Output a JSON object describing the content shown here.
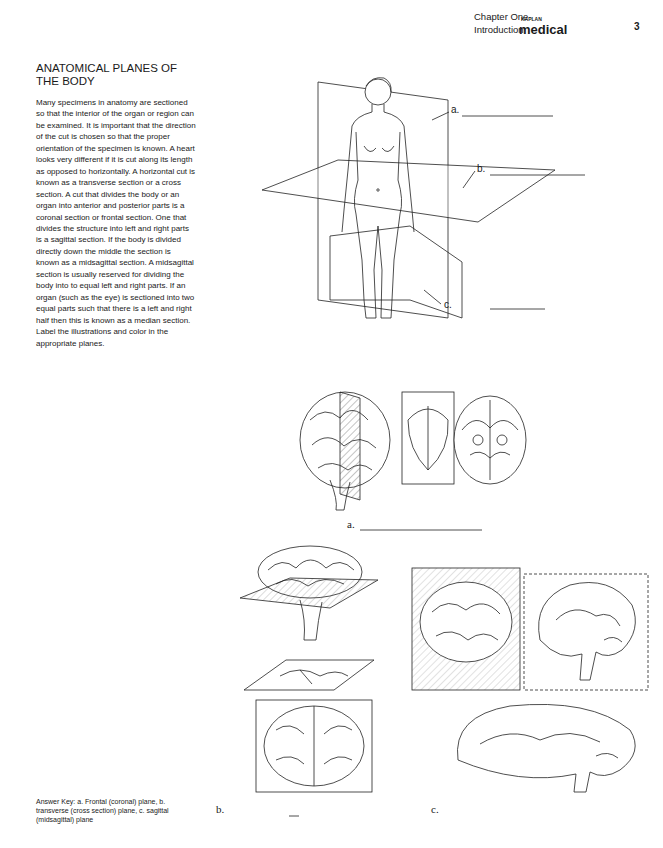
{
  "diagram": {
    "title": "ANATOMICAL PLANES OF THE BODY",
    "labels": [
      "Chapter One",
      "Introduction",
      "KAPLAN",
      "medical",
      "3",
      "Many specimens in anatomy are sectioned so that the interior of the organ or region can be examined. It is important that the direction of the cut is chosen so that the proper orientation of the specimen is known. A heart looks very different if it is cut along its length as opposed to horizontally. A horizontal cut is known as a transverse section or a cross section. A cut that divides the body or an organ into anterior and posterior parts is a coronal section or frontal section. One that divides the structure into left and right parts is a sagittal section. If the body is divided directly down the middle the section is known as a midsagittal section. A midsagittal section is usually reserved for dividing the body into to equal left and right parts. If an organ (such as the eye) is sectioned into two equal parts such that there is a left and right half then this is known as a median section. Label the illustrations and color in the appropriate planes.",
      "a.",
      "b.",
      "c.",
      "a.",
      "b.",
      "c.",
      "Answer Key: a. Frontal (coronal) plane, b. transverse (cross section) plane, c. sagittal (midsagittal) plane"
    ]
  }
}
